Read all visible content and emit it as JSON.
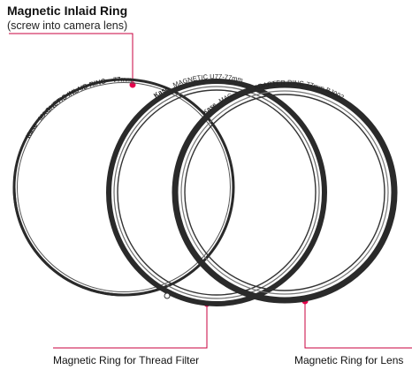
{
  "callouts": {
    "inlaid_title": "Magnetic Inlaid Ring",
    "inlaid_subtitle": "(screw into camera lens)",
    "thread_filter": "Magnetic Ring for Thread Filter",
    "lens": "Magnetic Ring for Lens"
  },
  "ring_prints": {
    "inlaid": {
      "brand": "Kase",
      "text": "MAGNETIC  INLAID  RING",
      "size": "77mm"
    },
    "thread_filter": {
      "brand": "Kase",
      "text": "MAGNETIC  U77-77mm"
    },
    "lens": {
      "brand": "Kase",
      "text": "MAGNET",
      "text2": "ADAPTER  RING  77mm  BJ002"
    }
  },
  "colors": {
    "accent": "#e6004c",
    "leader_line": "#c8003f",
    "ring_dark": "#2a2a2a",
    "ring_mid": "#4a4a4a",
    "text": "#111111"
  }
}
